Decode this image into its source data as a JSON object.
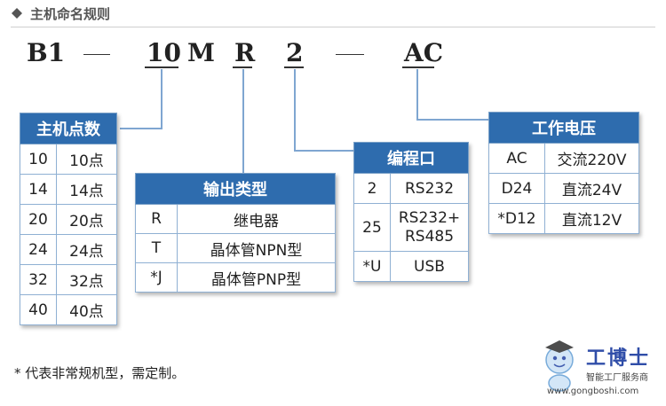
{
  "header": {
    "title": "主机命名规则"
  },
  "code": {
    "part1": "B1",
    "part2": "10",
    "part3": "M",
    "part4": "R",
    "part5": "2",
    "part6": "AC"
  },
  "tables": {
    "points": {
      "header": "主机点数",
      "rows": [
        [
          "10",
          "10点"
        ],
        [
          "14",
          "14点"
        ],
        [
          "20",
          "20点"
        ],
        [
          "24",
          "24点"
        ],
        [
          "32",
          "32点"
        ],
        [
          "40",
          "40点"
        ]
      ]
    },
    "output": {
      "header": "输出类型",
      "rows": [
        [
          "R",
          "继电器"
        ],
        [
          "T",
          "晶体管NPN型"
        ],
        [
          "*J",
          "晶体管PNP型"
        ]
      ]
    },
    "port": {
      "header": "编程口",
      "rows": [
        [
          "2",
          "RS232"
        ],
        [
          "25",
          "RS232+\nRS485"
        ],
        [
          "*U",
          "USB"
        ]
      ]
    },
    "power": {
      "header": "工作电压",
      "rows": [
        [
          "AC",
          "交流220V"
        ],
        [
          "D24",
          "直流24V"
        ],
        [
          "*D12",
          "直流12V"
        ]
      ]
    }
  },
  "footnote": "* 代表非常规机型，需定制。",
  "logo": {
    "name": "工博士",
    "subtitle": "智能工厂服务商",
    "url": "www.gongboshi.com"
  },
  "colors": {
    "table_header": "#2e6cae",
    "table_border": "#8fb0d3",
    "connector": "#7fa6d1"
  }
}
